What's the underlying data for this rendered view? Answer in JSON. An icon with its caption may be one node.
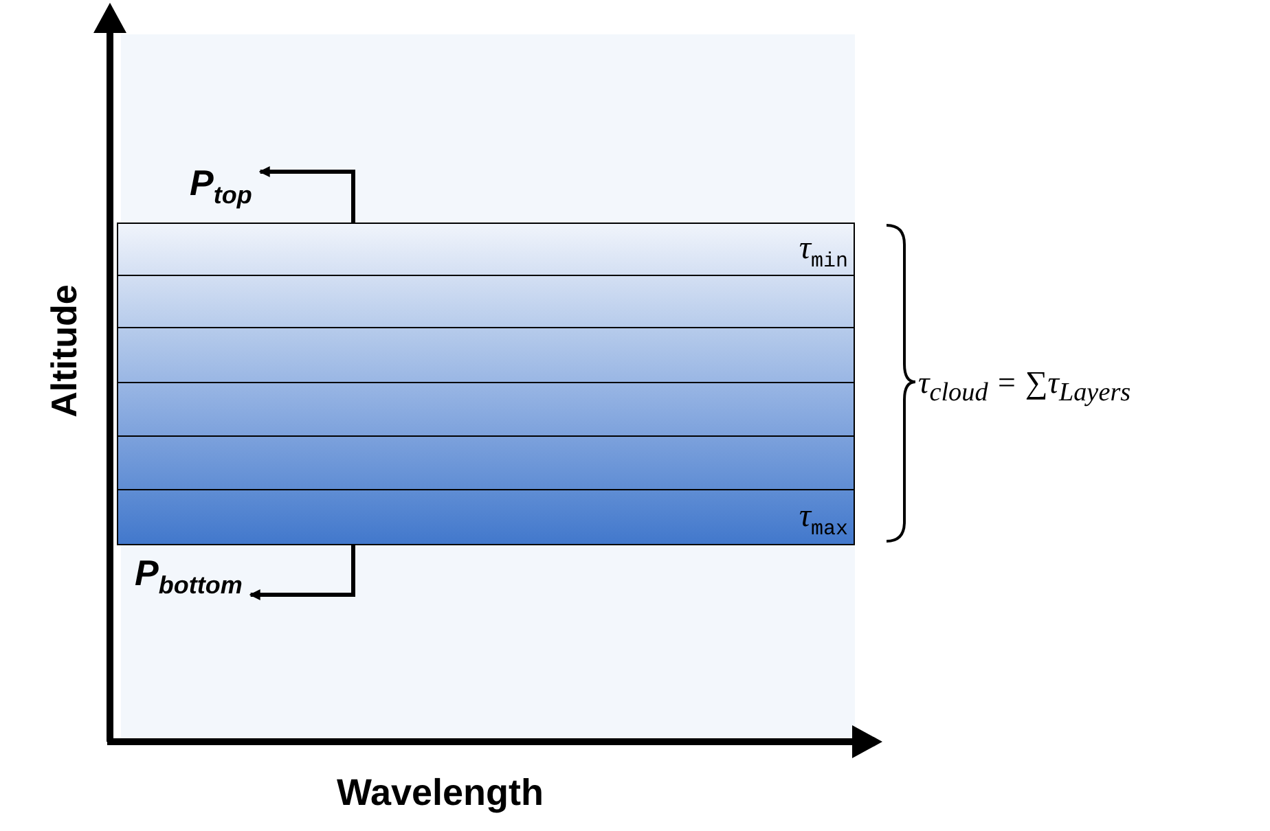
{
  "diagram": {
    "nodes": [
      {
        "text": [
          "τ$_{min}$"
        ]
      },
      {
        "text": [],
        "shape": "box"
      },
      {
        "text": [],
        "shape": "box"
      },
      {
        "text": [],
        "shape": "box"
      },
      {
        "text": [],
        "shape": "box"
      },
      {
        "text": [
          "τ$_{max}$"
        ]
      },
      {
        "text": [
          "P$_{top}$"
        ]
      },
      {
        "text": [
          "P$_{bottom}$"
        ]
      }
    ],
    "edges": [
      {
        "from": 0,
        "to": 6,
        "arrow": "to"
      },
      {
        "from": 5,
        "to": 7,
        "arrow": "to"
      }
    ],
    "labels": [
      "Altitude",
      "Wavelength",
      "τ$_{cloud}$ = ∑τ$_{Layers}$"
    ]
  }
}
